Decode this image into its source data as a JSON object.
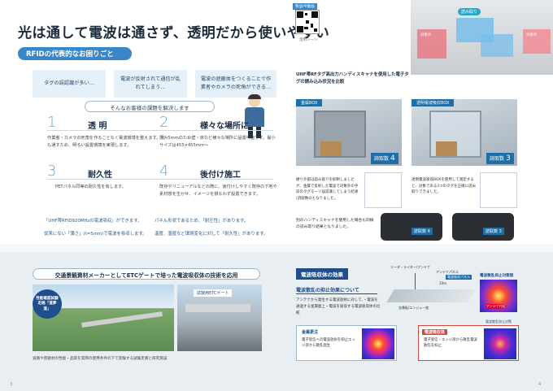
{
  "title": "光は通して電波は通さず、透明だから使いやすい",
  "rfid_pill": "RFIDの代表的なお困りごと",
  "problems": [
    "タグの誤認識が多い…",
    "電波が反射されて通信が乱れてしまう…",
    "電波の遮蔽体をつくることで作業者やカメラの死角ができる…"
  ],
  "solve_banner": "そんなお客様の課題を解決します",
  "features": [
    {
      "num": "1",
      "head": "透 明",
      "text": "作業者・カメラの死角を作ることなく電波環境を整えます。光も通すため、明るい設置環境を実現します。"
    },
    {
      "num": "2",
      "head": "様々な場所に",
      "text": "厚み5mmのため壁・床など様々な場所に設置可能です。最小サイズは455×455mm～"
    },
    {
      "num": "3",
      "head": "耐久性",
      "text": "PETパネル同等の耐久性を有します。"
    },
    {
      "num": "4",
      "head": "後付け施工",
      "text": "既存やリニューアルなどの際に、後付けしやすく既存の下地や素材感を生かせ、イメージを損なわず設置できます。"
    }
  ],
  "notes": [
    "「UHF帯RFID920MHzの電波吸収」ができます。",
    "パネル形状であるため、「耐圧性」があります。",
    "従来にない「薄さ」(t=5mm)で電波を吸収します。",
    "温度、湿度など環境変化に対して「耐久性」があります。"
  ],
  "qr_label": "製品PR動画",
  "qr_caption": "活用シーン",
  "reader_tag": "読み取り",
  "target_labels": [
    "対象外",
    "対象外"
  ],
  "compare_title": "UHF帯RFタグ高出力ハンディスキャナを使用した電子タグの読み込み状況を比較",
  "box_a": "金属BOX",
  "box_b": "透明電波吸収BOX",
  "count_label": "読取数",
  "count_a": "4",
  "count_b": "3",
  "count_c": "4",
  "count_d": "3",
  "compare_text_a": "硬り外部は読み取りを抑制しましたが、金属で反射した電波で対象外の手前のタグモーソ誤認識してしまう結果(読取数4)となりました。",
  "compare_text_b": "透明電波吸収BOXを使用して測定すると、対象である3つのタグを正確に読み取りできました。",
  "handy_text": "別のハンディスキャナを使用した場合も同様の読み取り結果となりました。",
  "etc_title": "交通景観資材メーカーとしてETCゲートで培った電波吸収体の技術を応用",
  "badge": "性能確認試験走路「道夢道」",
  "etc_gate": "試験用ETCゲート",
  "etc_caption": "道路や景観材の性能・品質を実際の使用条件の下で実験する試験走路と研究施設",
  "absorb_title": "電波吸収体の効果",
  "absorb_sub": "電波散乱の抑止効果について",
  "absorb_text": "アンテナから発生する電波放射に対して、・電波を通過する金属板上・電波を吸収する電波吸収体の比較",
  "diagram_labels": {
    "reader": "リーダ・ライター/アンテナ",
    "antenna": "アンテナパネル",
    "panel": "電波吸収パネル",
    "distance": "10m",
    "metal": "金属板/エンジュ一枚"
  },
  "metal_title": "金属素注",
  "metal_text": "電子受信への電波放射を抑止エッジ部から散乱発生",
  "absorber_title": "電波吸収体",
  "absorber_text": "電子受信・エッジ部から散乱電波散乱を抑止",
  "heat_label": "電波散乱抑止対策無",
  "heat_label2": "電波散乱抑止対策",
  "antenna_tag": "アンテナ付近",
  "page_left": "3",
  "page_right": "4"
}
